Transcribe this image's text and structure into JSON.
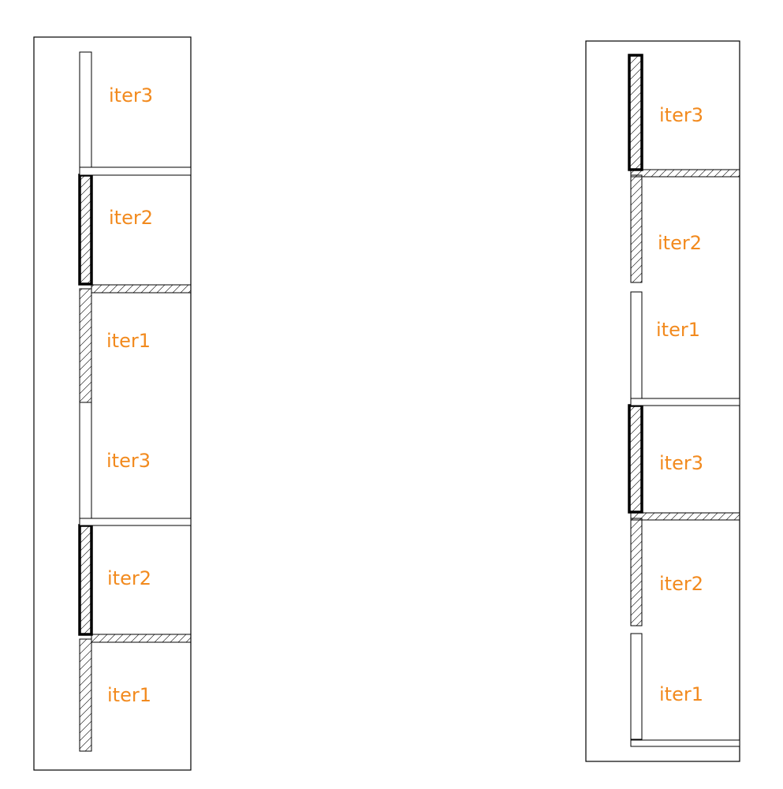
{
  "colors": {
    "label": "#f28a1e",
    "line": "#000000",
    "background": "#ffffff"
  },
  "panels": [
    {
      "labels": [
        "iter3",
        "iter2",
        "iter1",
        "iter3",
        "iter2",
        "iter1"
      ]
    },
    {
      "labels": [
        "iter3",
        "iter2",
        "iter1",
        "iter3",
        "iter2",
        "iter1"
      ]
    }
  ]
}
